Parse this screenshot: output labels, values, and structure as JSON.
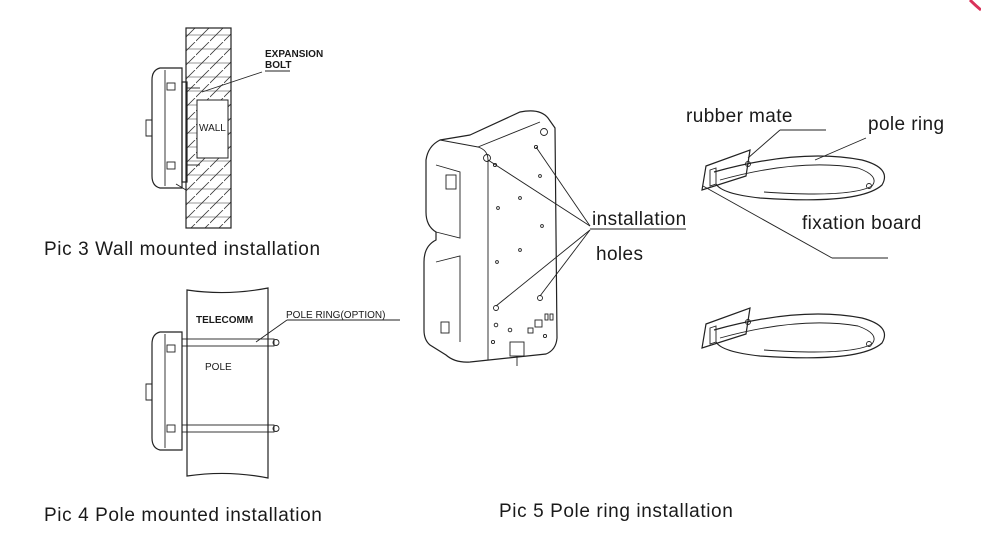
{
  "pic3": {
    "caption": "Pic 3 Wall mounted installation",
    "expansion_bolt_line1": "EXPANSION",
    "expansion_bolt_line2": "BOLT",
    "wall_label": "WALL"
  },
  "pic4": {
    "caption": "Pic 4 Pole mounted installation",
    "telecomm_label": "TELECOMM",
    "pole_label": "POLE",
    "pole_ring_label": "POLE RING(OPTION)"
  },
  "pic5": {
    "caption": "Pic 5 Pole ring installation",
    "installation_label": "installation",
    "holes_label": "holes",
    "rubber_mate_label": "rubber mate",
    "pole_ring_label": "pole ring",
    "fixation_board_label": "fixation board"
  },
  "colors": {
    "line": "#222222",
    "accent": "#d9325a"
  }
}
